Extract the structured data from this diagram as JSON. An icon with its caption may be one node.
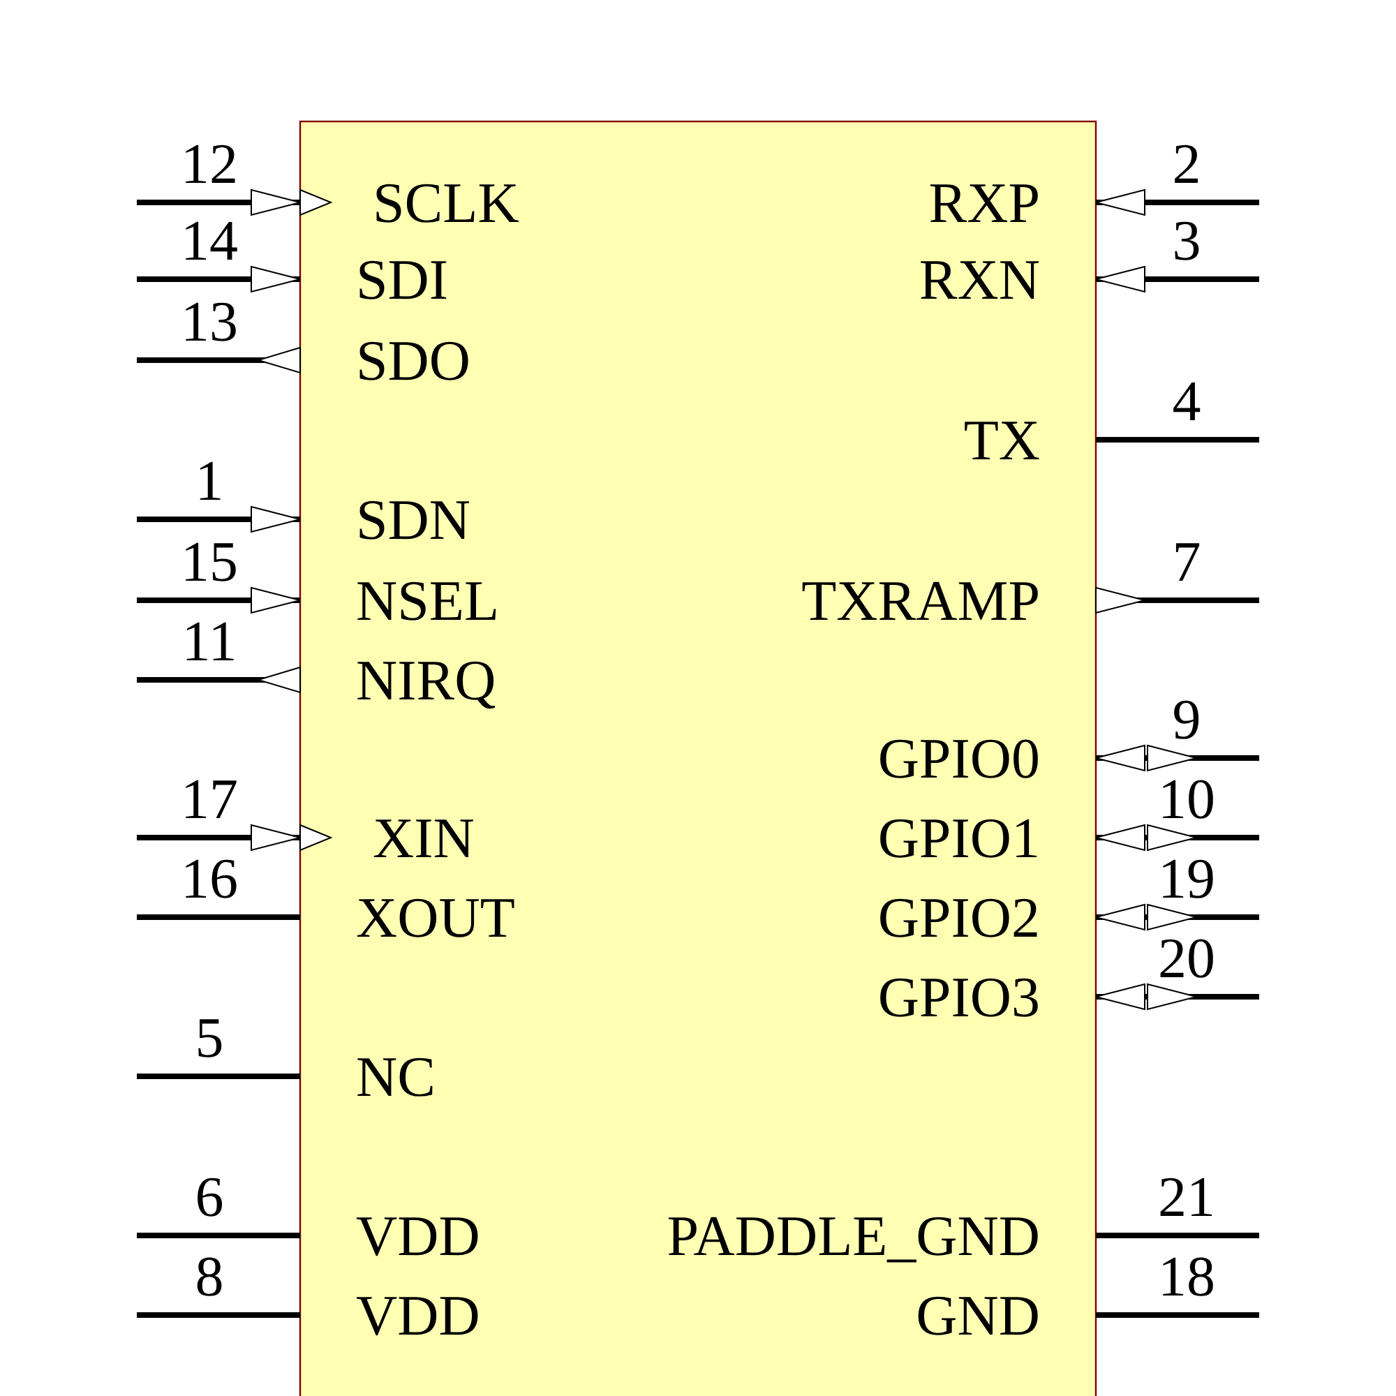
{
  "diagram": {
    "labels": [
      "12",
      "SCLK",
      "RXP",
      "2",
      "14",
      "SDI",
      "RXN",
      "3",
      "13",
      "SDO",
      "TX",
      "4",
      "1",
      "SDN",
      "15",
      "NSEL",
      "TXRAMP",
      "7",
      "11",
      "NIRQ",
      "GPIO0",
      "9",
      "17",
      "XIN",
      "GPIO1",
      "10",
      "16",
      "XOUT",
      "GPIO2",
      "19",
      "GPIO3",
      "20",
      "5",
      "NC",
      "6",
      "VDD",
      "PADDLE_GND",
      "21",
      "8",
      "VDD",
      "GND",
      "18"
    ]
  }
}
